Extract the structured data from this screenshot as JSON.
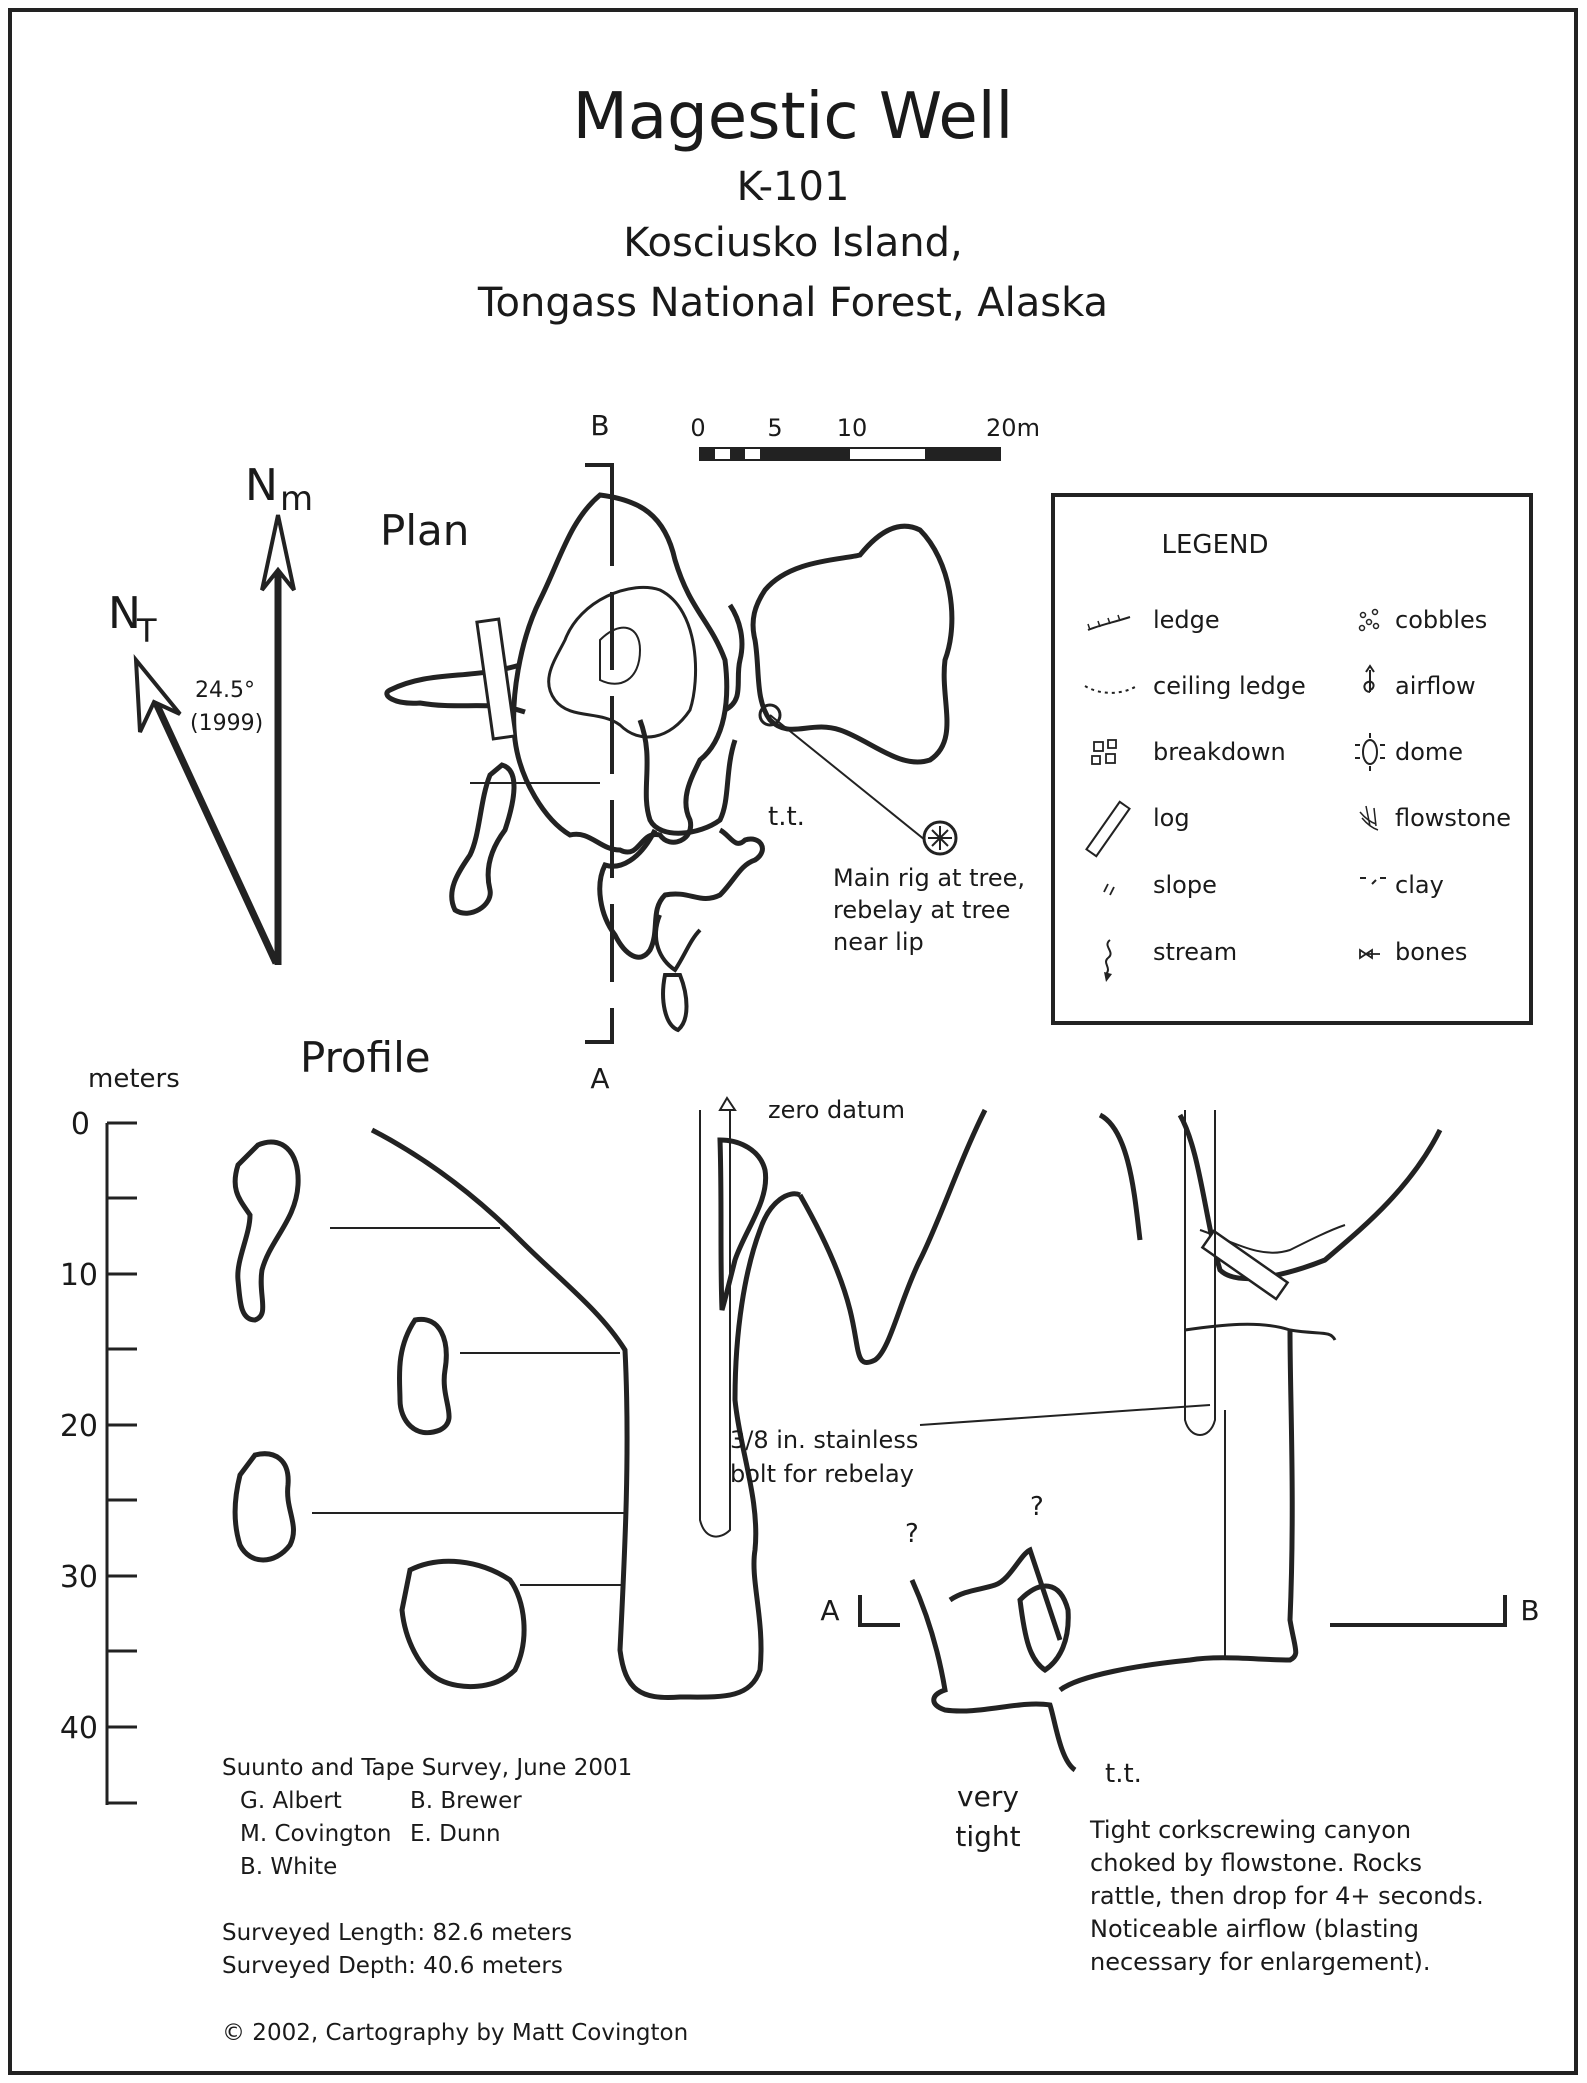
{
  "title": {
    "name": "Magestic Well",
    "id": "K-101",
    "island": "Kosciusko Island,",
    "forest": "Tongass National Forest, Alaska"
  },
  "north_arrow": {
    "magnetic": "N",
    "magnetic_sub": "m",
    "true": "N",
    "true_sub": "T",
    "declination": "24.5°",
    "year": "(1999)"
  },
  "scale_bar": {
    "labels": [
      "0",
      "5",
      "10",
      "20m"
    ]
  },
  "section_markers": {
    "b": "B",
    "a": "A"
  },
  "plan": {
    "label": "Plan",
    "tt_label": "t.t.",
    "rig_note": [
      "Main rig at tree,",
      "rebelay at tree",
      "near lip"
    ]
  },
  "legend": {
    "title": "LEGEND",
    "items": [
      {
        "icon": "ledge-icon",
        "label": "ledge"
      },
      {
        "icon": "cobbles-icon",
        "label": "cobbles"
      },
      {
        "icon": "ceiling-ledge-icon",
        "label": "ceiling ledge"
      },
      {
        "icon": "airflow-icon",
        "label": "airflow"
      },
      {
        "icon": "breakdown-icon",
        "label": "breakdown"
      },
      {
        "icon": "dome-icon",
        "label": "dome"
      },
      {
        "icon": "log-icon",
        "label": "log"
      },
      {
        "icon": "flowstone-icon",
        "label": "flowstone"
      },
      {
        "icon": "slope-icon",
        "label": "slope"
      },
      {
        "icon": "clay-icon",
        "label": "clay"
      },
      {
        "icon": "stream-icon",
        "label": "stream"
      },
      {
        "icon": "bones-icon",
        "label": "bones"
      }
    ]
  },
  "profile": {
    "label": "Profile",
    "depth_axis": {
      "unit": "meters",
      "ticks": [
        "0",
        "10",
        "20",
        "30",
        "40"
      ]
    },
    "zero_datum": "zero datum",
    "bolt_note": [
      "3/8 in. stainless",
      "bolt for rebelay"
    ],
    "question_mark": "?",
    "very_tight": [
      "very",
      "tight"
    ],
    "tt_label": "t.t.",
    "canyon_note": [
      "Tight corkscrewing canyon",
      "choked by flowstone.  Rocks",
      "rattle, then drop for 4+ seconds.",
      "Noticeable airflow (blasting",
      "necessary for enlargement)."
    ]
  },
  "survey": {
    "method": "Suunto and Tape Survey, June 2001",
    "surveyors": [
      "G. Albert",
      "B. Brewer",
      "M. Covington",
      "E. Dunn",
      "B. White"
    ],
    "length": "Surveyed Length:  82.6 meters",
    "depth": "Surveyed Depth:  40.6 meters"
  },
  "credit": "© 2002, Cartography by Matt Covington"
}
